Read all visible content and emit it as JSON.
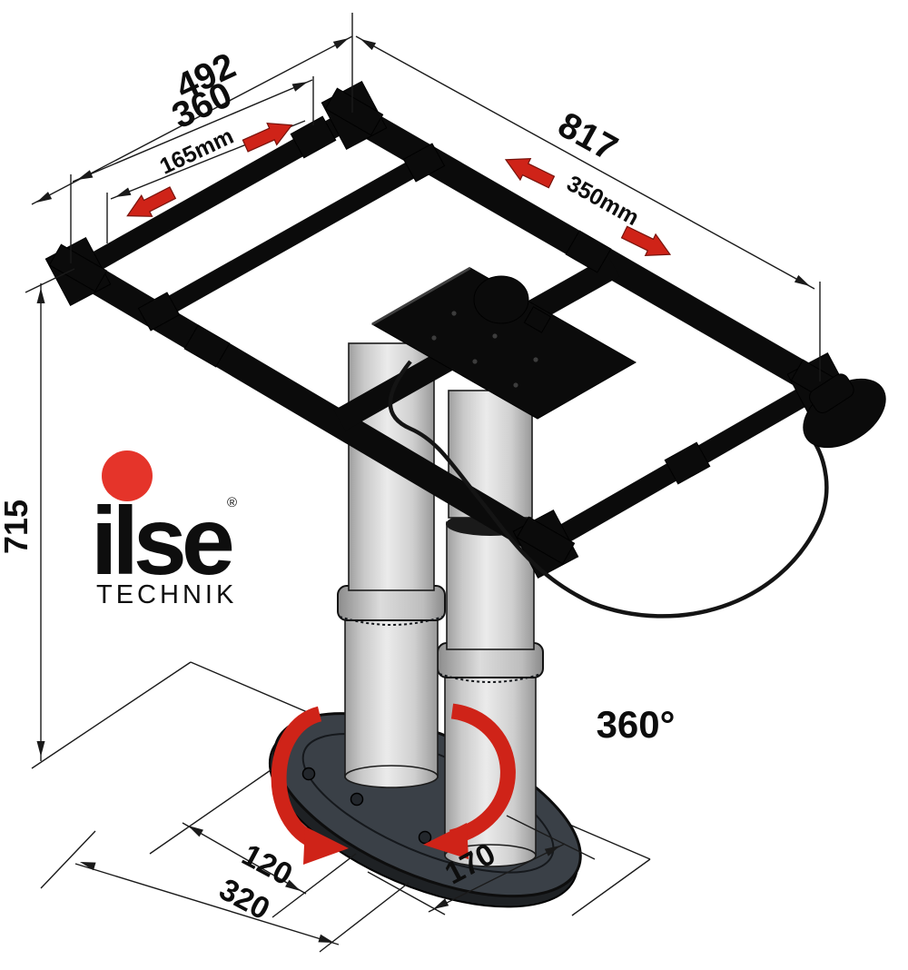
{
  "title": "ilse TECHNIK lifting table pedestal technical drawing",
  "logo": {
    "brand": "ilse",
    "registered": "®",
    "subtitle": "TECHNIK"
  },
  "annotations": {
    "top_width_outer": {
      "value": "492"
    },
    "top_width_inner": {
      "value": "360"
    },
    "cross_slide_travel": {
      "value": "165mm"
    },
    "top_length": {
      "value": "817"
    },
    "length_slide_travel": {
      "value": "350mm"
    },
    "column_height": {
      "value": "715"
    },
    "rotation_angle": {
      "value": "360°"
    },
    "base_dim_inner": {
      "value": "120"
    },
    "base_dim_length": {
      "value": "320"
    },
    "base_dim_width": {
      "value": "170"
    }
  },
  "colors": {
    "accent_red": "#cf2318",
    "logo_red": "#e5342a",
    "line": "#1a1a1a",
    "frame_black": "#0b0b0b",
    "column_gray": "#d2d2d2",
    "base_gray": "#3a4047",
    "background": "#ffffff"
  }
}
